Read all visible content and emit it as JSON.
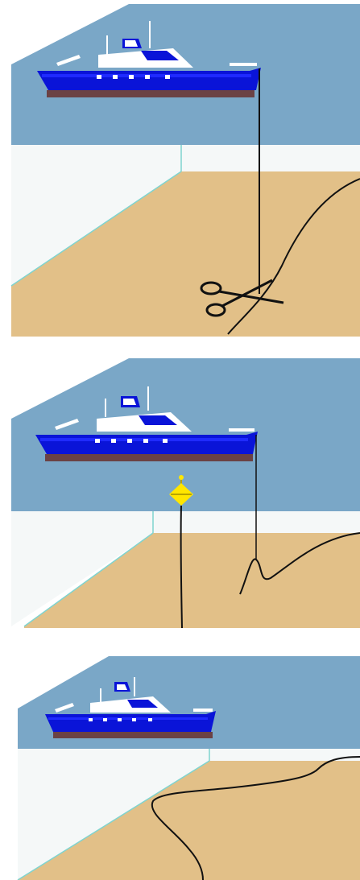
{
  "colors": {
    "sky": "#7aa7c7",
    "water": "#f5f8f8",
    "seabed": "#e2c088",
    "seabed_edge": "#7fd4cf",
    "hull": "#0a14d8",
    "hull_stripe": "#1f2aff",
    "keel": "#6b4244",
    "superstructure": "#ffffff",
    "cable": "#111111",
    "buoy": "#ffe600",
    "buoy_outline": "#b8a400"
  },
  "panels": [
    {
      "step": "cut",
      "icons": [
        "vessel-icon",
        "scissors-icon",
        "cable-icon"
      ]
    },
    {
      "step": "buoyed",
      "icons": [
        "vessel-icon",
        "buoy-icon",
        "cable-icon"
      ]
    },
    {
      "step": "recovered",
      "icons": [
        "vessel-icon",
        "cable-icon"
      ]
    }
  ]
}
